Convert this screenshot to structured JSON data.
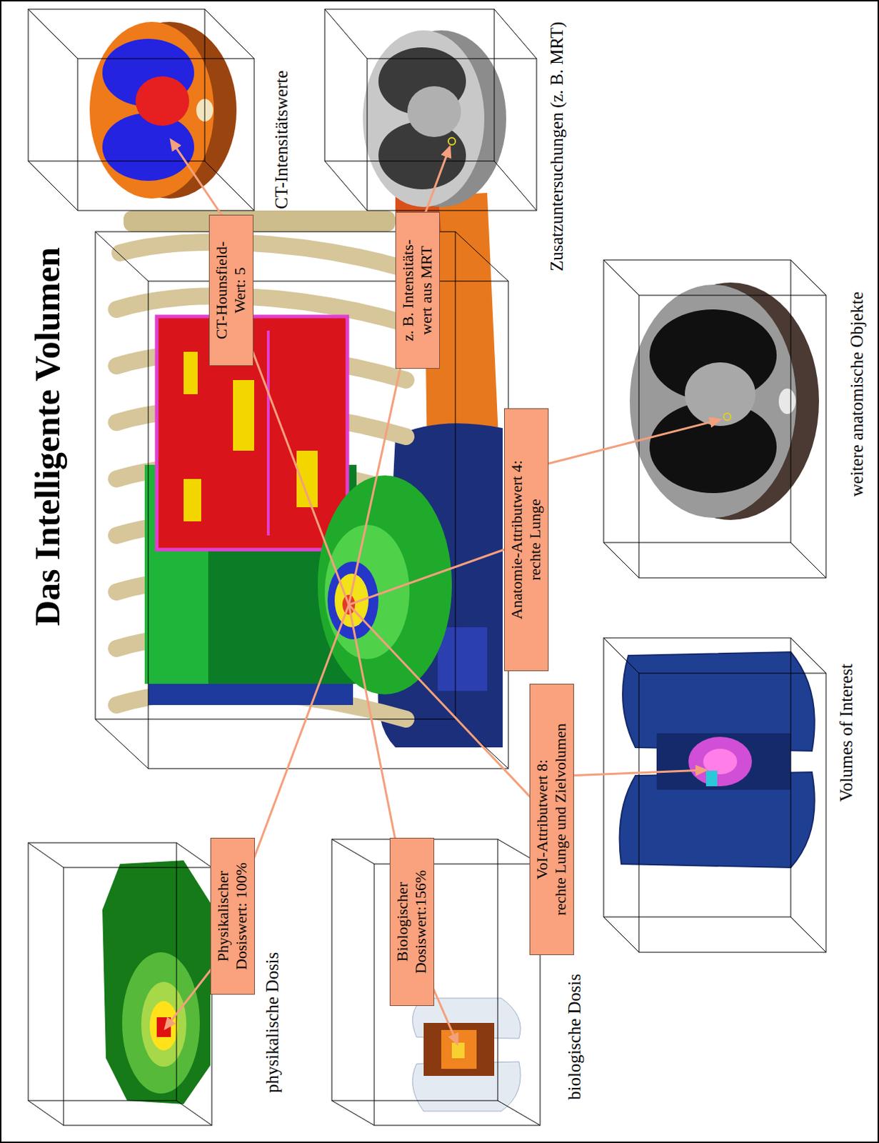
{
  "diagram": {
    "title": "Das Intelligente Volumen",
    "nodes": [
      {
        "text": [
          "Physikalischer Dosiswert: 100%"
        ]
      },
      {
        "text": [
          "CT-Hounsfield- Wert: 5"
        ]
      },
      {
        "text": [
          "Biologischer Dosiswert:156%"
        ]
      },
      {
        "text": [
          "z. B. Intensitäts- wert aus MRT"
        ]
      },
      {
        "text": [
          "Anatomie-Attributwert 4: rechte Lunge"
        ]
      },
      {
        "text": [
          "VoI-Attributwert 8: rechte Lunge und Zielvolumen"
        ]
      }
    ],
    "labels": [
      "physikalische Dosis",
      "CT-Intensitätswerte",
      "biologische Dosis",
      "Zusatzuntersuchungen (z. B. MRT)",
      "Volumes of Interest",
      "weitere anatomische Objekte"
    ]
  }
}
